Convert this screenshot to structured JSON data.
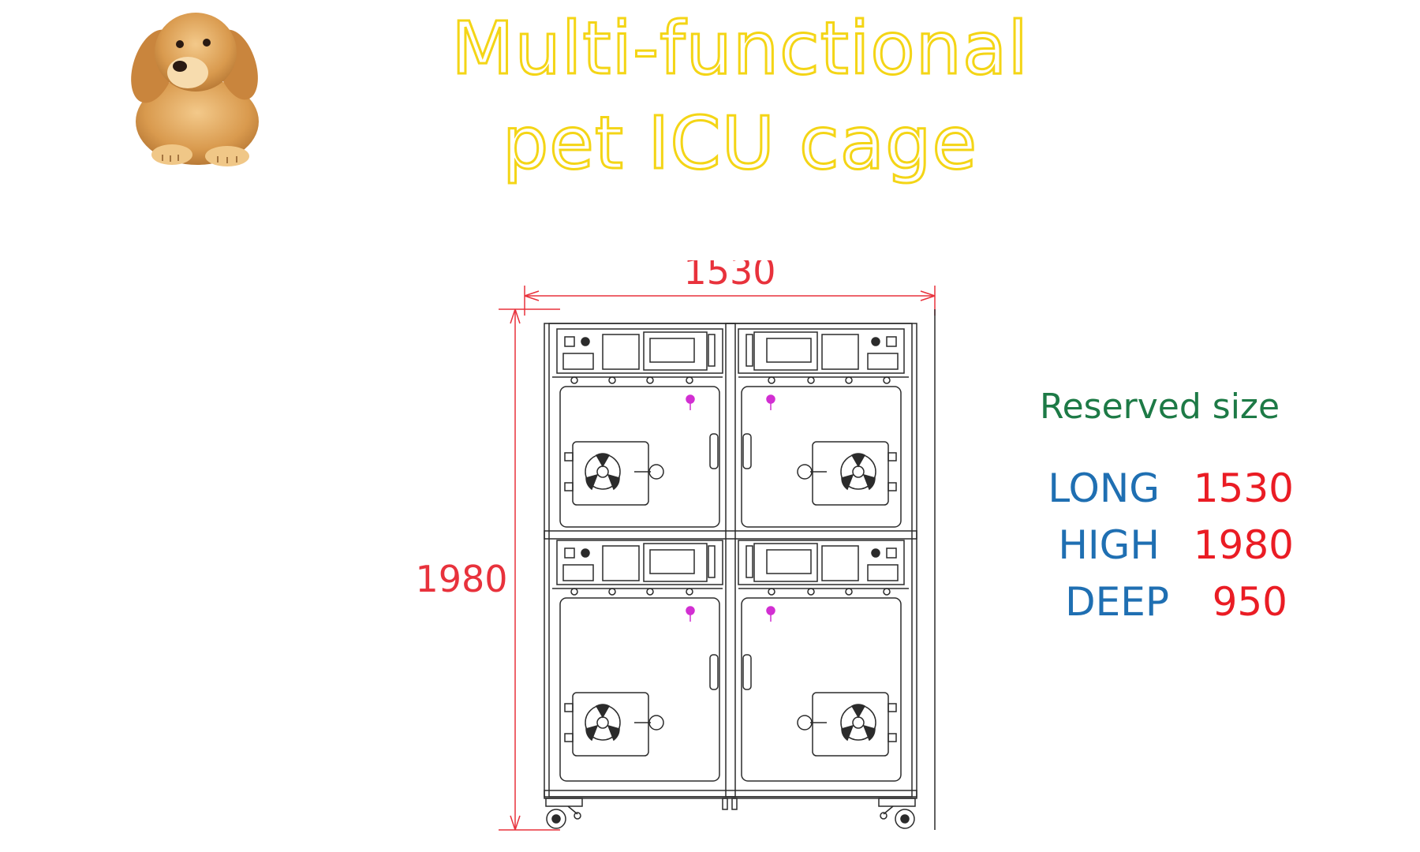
{
  "title": {
    "line1": "Multi-functional",
    "line2": "pet ICU cage"
  },
  "logo": {
    "icon": "puppy-icon"
  },
  "dimensions": {
    "width_label": "1530",
    "height_label": "1980"
  },
  "specs": {
    "heading": "Reserved size",
    "rows": [
      {
        "key": "LONG",
        "value": "1530"
      },
      {
        "key": "HIGH",
        "value": "1980"
      },
      {
        "key": "DEEP",
        "value": "950"
      }
    ]
  },
  "colors": {
    "title": "#f4d516",
    "dimension": "#e8323c",
    "heading": "#1d7a46",
    "key": "#1f6fb2",
    "value": "#ea1c24",
    "knob": "#d22fd2"
  }
}
